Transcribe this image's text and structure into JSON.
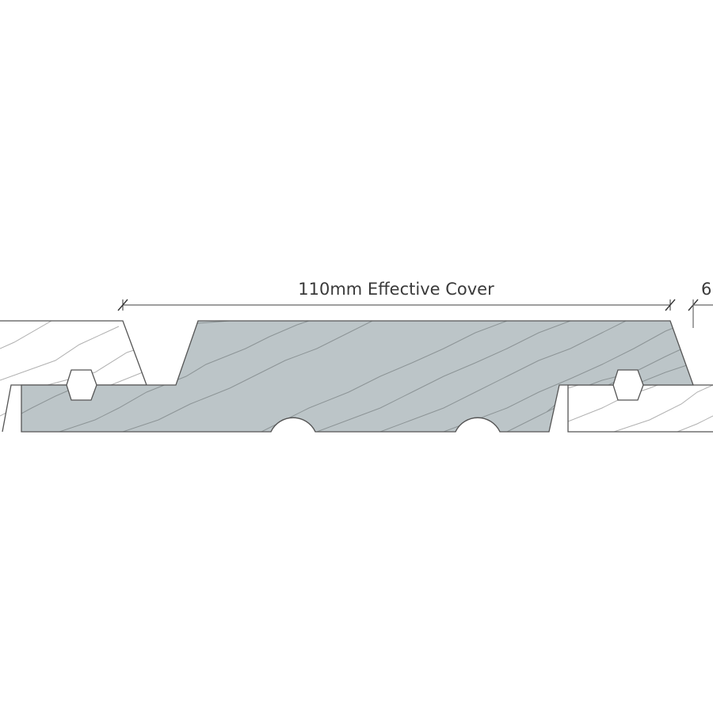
{
  "diagram": {
    "type": "cladding-profile-section",
    "dimension_main": {
      "label": "110mm Effective Cover",
      "value_mm": 110
    },
    "dimension_side": {
      "label": "6"
    },
    "colors": {
      "board_fill": "#bcc5c8",
      "board_stroke": "#555555",
      "grain_line": "#8c9496",
      "neighbour_fill": "#ffffff",
      "neighbour_grain": "#b0b0b0",
      "dimension_line": "#666666",
      "text": "#3a3a3a"
    },
    "parts": [
      {
        "name": "main-board",
        "description": "Grey shiplap/T&G cladding board profile"
      },
      {
        "name": "left-neighbour-board",
        "description": "Adjacent board on left (white, hatched)"
      },
      {
        "name": "right-neighbour-board",
        "description": "Adjacent board on right (white, hatched)"
      },
      {
        "name": "left-hex-fixing",
        "description": "Hexagonal fixing/dowel hole at left joint"
      },
      {
        "name": "right-hex-fixing",
        "description": "Hexagonal fixing/dowel hole at right joint"
      },
      {
        "name": "rear-groove-1",
        "description": "Semicircular relief groove on back face"
      },
      {
        "name": "rear-groove-2",
        "description": "Semicircular relief groove on back face"
      }
    ]
  }
}
